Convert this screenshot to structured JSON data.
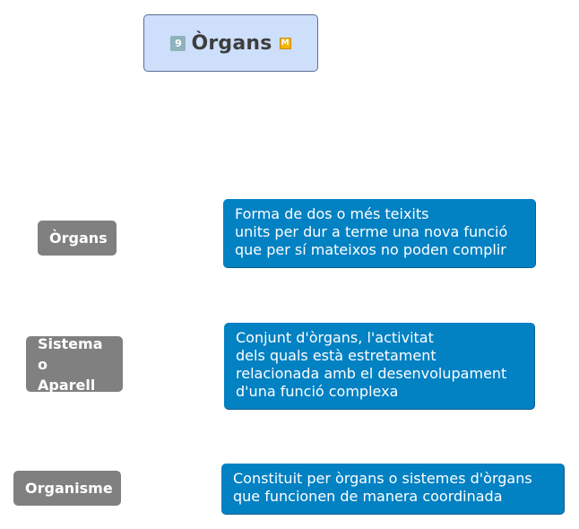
{
  "title": {
    "text": "Òrgans",
    "badge_number": "9",
    "badge_marker": "M"
  },
  "concepts": [
    {
      "label": "Òrgans",
      "definition": "Forma de dos o més teixits\nunits per dur a terme una nova funció\nque per sí mateixos no poden complir"
    },
    {
      "label": "Sistema o\nAparell",
      "definition": "Conjunt d'òrgans, l'activitat\ndels quals està estretament\nrelacionada amb el desenvolupament\nd'una funció complexa"
    },
    {
      "label": "Organisme",
      "definition": "Constituit per òrgans o sistemes d'òrgans\nque funcionen de manera coordinada"
    }
  ],
  "colors": {
    "title_fill": "#cddffb",
    "concept_fill": "#808080",
    "definition_fill": "#0281c3"
  }
}
